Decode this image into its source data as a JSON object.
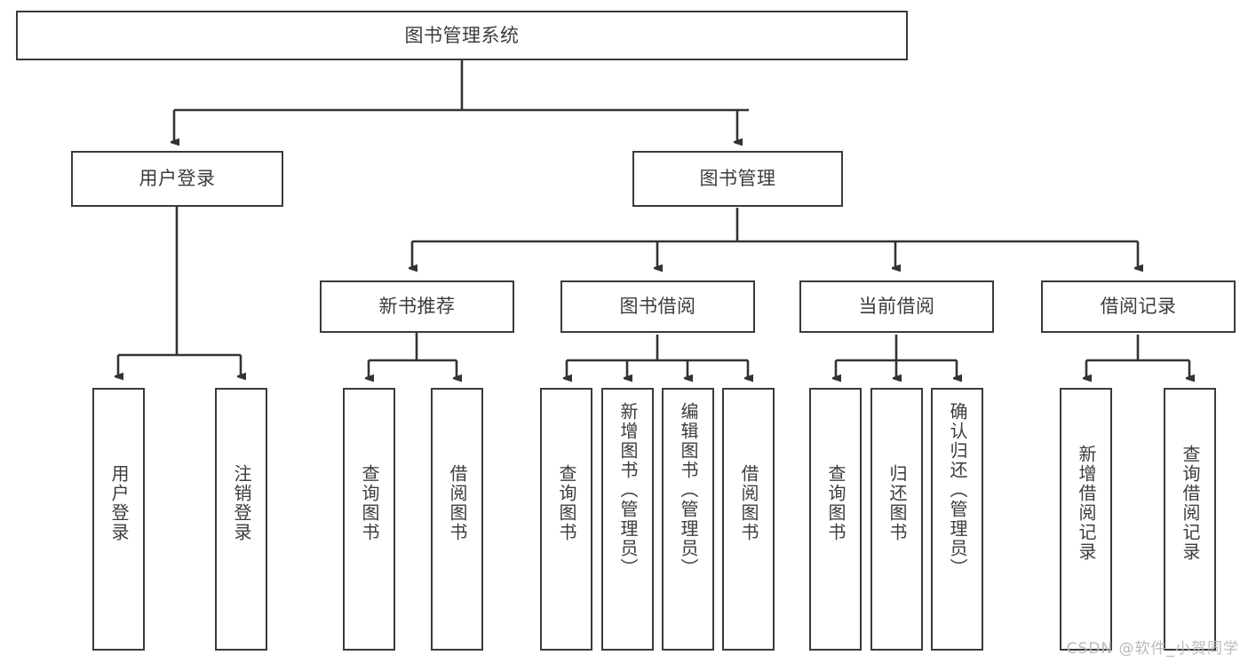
{
  "diagram": {
    "type": "tree",
    "title": "图书管理系统",
    "watermark": "CSDN @软件_小贺同学",
    "colors": {
      "box_border": "#3a3a3a",
      "box_fill": "#ffffff",
      "connector": "#333333",
      "text": "#3c3c3c",
      "watermark": "#b9b9b9"
    },
    "nodes": {
      "root": {
        "label": "图书管理系统"
      },
      "level2": [
        {
          "label": "用户登录"
        },
        {
          "label": "图书管理"
        }
      ],
      "level3": [
        {
          "label": "新书推荐"
        },
        {
          "label": "图书借阅"
        },
        {
          "label": "当前借阅"
        },
        {
          "label": "借阅记录"
        }
      ],
      "leaves": {
        "user_login": [
          {
            "label": "用户登录"
          },
          {
            "label": "注销登录"
          }
        ],
        "new_book": [
          {
            "label": "查询图书"
          },
          {
            "label": "借阅图书"
          }
        ],
        "book_borrow": [
          {
            "label": "查询图书"
          },
          {
            "label": "新增图书（管理员）"
          },
          {
            "label": "编辑图书（管理员）"
          },
          {
            "label": "借阅图书"
          }
        ],
        "current_borrow": [
          {
            "label": "查询图书"
          },
          {
            "label": "归还图书"
          },
          {
            "label": "确认归还（管理员）"
          }
        ],
        "borrow_record": [
          {
            "label": "新增借阅记录"
          },
          {
            "label": "查询借阅记录"
          }
        ]
      }
    }
  }
}
